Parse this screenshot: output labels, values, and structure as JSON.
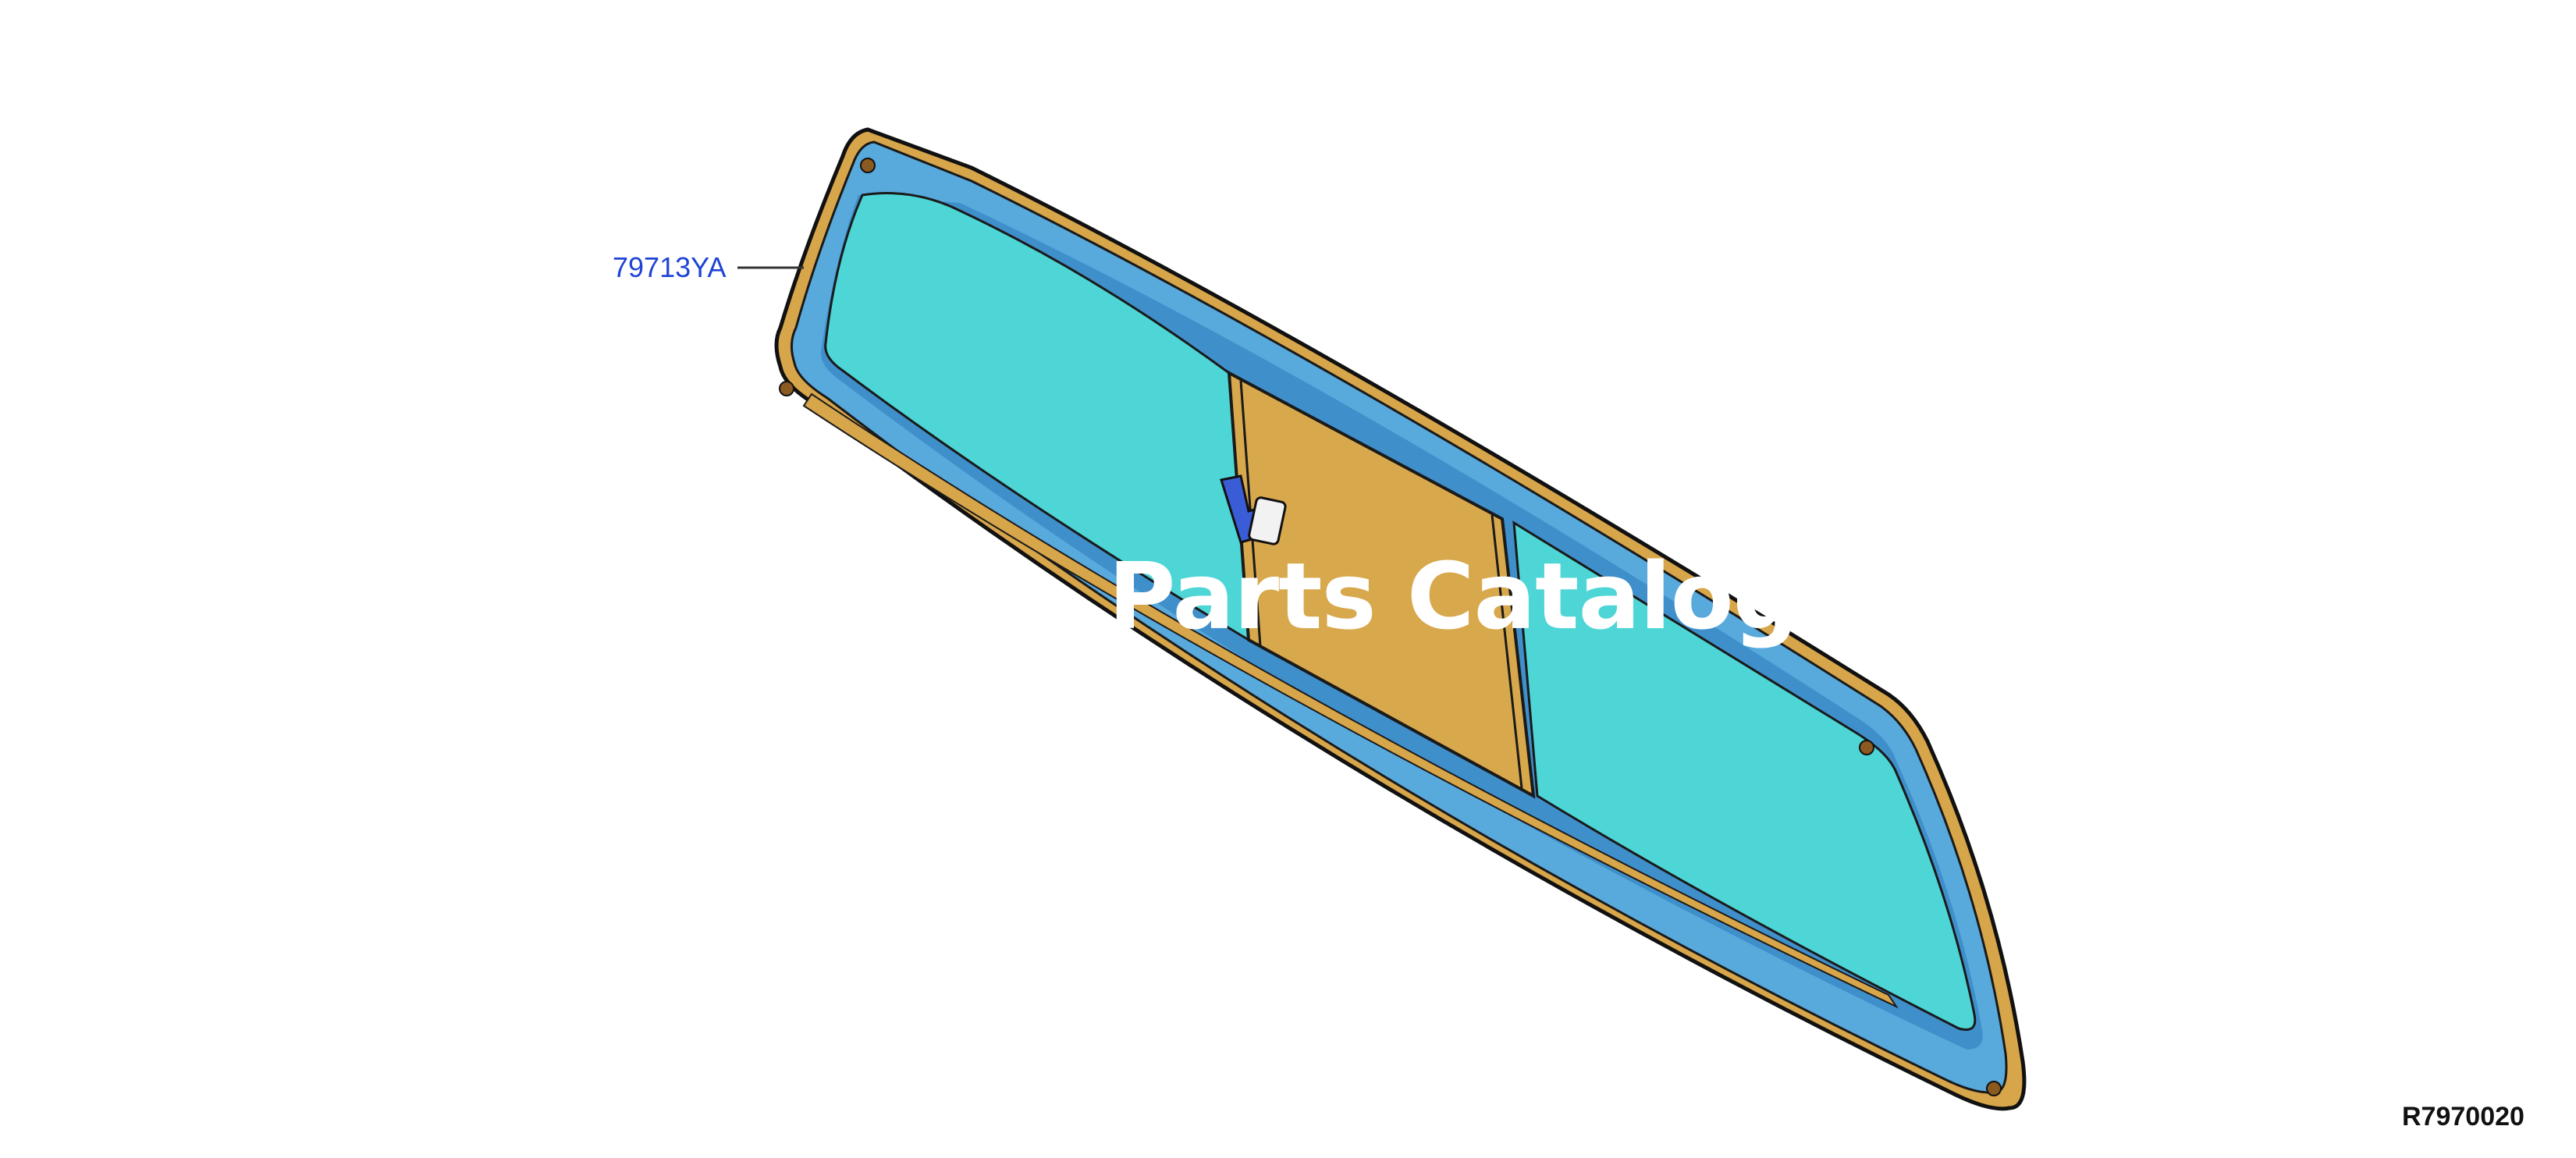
{
  "diagram": {
    "callouts": [
      {
        "part_number": "79713YA"
      }
    ],
    "diagram_id": "R7970020",
    "watermark_text": "Parts Catalog",
    "colors": {
      "frame_blue": "#58a9dc",
      "frame_blue_dark": "#3f8fca",
      "seal_orange": "#d7a54a",
      "glass_cyan": "#4ed5d6",
      "slider_panel": "#d8a84c",
      "latch_blue": "#3a5cd6",
      "callout_text": "#1f44d6",
      "outline": "#111111",
      "background": "#ffffff"
    },
    "icons": [
      "latch-handle",
      "mounting-stud"
    ]
  }
}
